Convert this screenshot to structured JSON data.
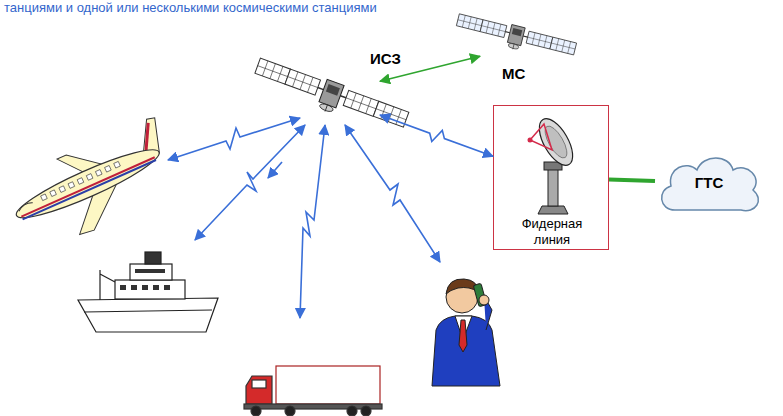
{
  "diagram": {
    "nodes": [
      {
        "text": [
          "ИСЗ"
        ]
      },
      {
        "text": [
          "МС"
        ]
      },
      {
        "text": [
          "Фидерная линия"
        ]
      },
      {
        "text": [
          "ГТС"
        ]
      }
    ],
    "edges": [
      {
        "from": 0,
        "to": 1,
        "arrow": "both"
      },
      {
        "from": 0,
        "to": 2,
        "arrow": "both"
      },
      {
        "from": 2,
        "to": 3,
        "arrow": "none"
      }
    ],
    "labels": [
      "танциями и одной или несколькими космическими станциями"
    ]
  }
}
